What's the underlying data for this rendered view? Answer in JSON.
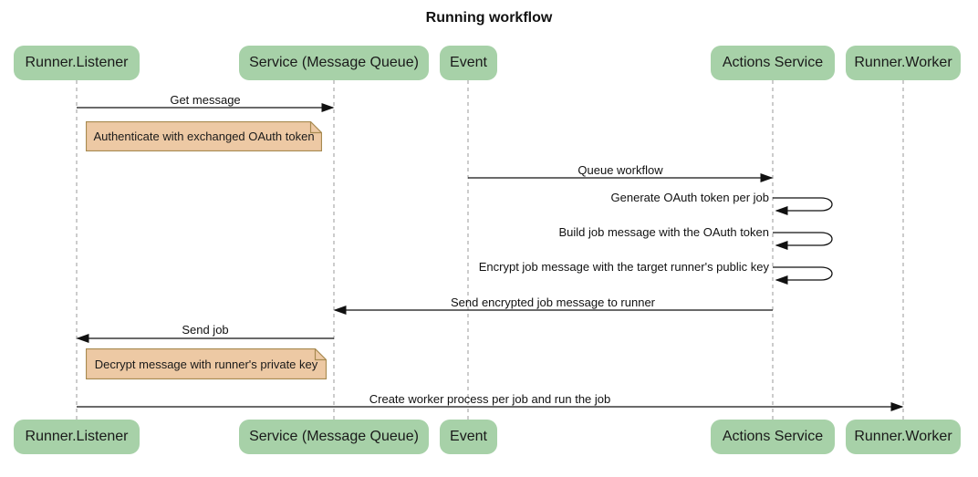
{
  "title": "Running workflow",
  "participants": [
    {
      "name": "Runner.Listener"
    },
    {
      "name": "Service (Message Queue)"
    },
    {
      "name": "Event"
    },
    {
      "name": "Actions Service"
    },
    {
      "name": "Runner.Worker"
    }
  ],
  "messages": [
    {
      "label": "Get message",
      "from": "Runner.Listener",
      "to": "Service (Message Queue)",
      "type": "solid-arrow"
    },
    {
      "label": "Queue workflow",
      "from": "Event",
      "to": "Actions Service",
      "type": "solid-arrow"
    },
    {
      "label": "Generate OAuth token per job",
      "from": "Actions Service",
      "to": "Actions Service",
      "type": "self-loop"
    },
    {
      "label": "Build job message with the OAuth token",
      "from": "Actions Service",
      "to": "Actions Service",
      "type": "self-loop"
    },
    {
      "label": "Encrypt job message with the target runner's public key",
      "from": "Actions Service",
      "to": "Actions Service",
      "type": "self-loop"
    },
    {
      "label": "Send encrypted job message to runner",
      "from": "Actions Service",
      "to": "Service (Message Queue)",
      "type": "solid-arrow"
    },
    {
      "label": "Send job",
      "from": "Service (Message Queue)",
      "to": "Runner.Listener",
      "type": "solid-arrow"
    },
    {
      "label": "Create worker process per job and run the job",
      "from": "Runner.Listener",
      "to": "Runner.Worker",
      "type": "solid-arrow"
    }
  ],
  "notes": [
    {
      "text": "Authenticate with exchanged OAuth token"
    },
    {
      "text": "Decrypt message with runner's private key"
    }
  ],
  "colors": {
    "participant_fill": "#a7d1a8",
    "note_fill": "#edc9a4",
    "note_border": "#a78a50",
    "lifeline": "#999999",
    "arrow": "#111111",
    "text": "#1a1a1a"
  }
}
